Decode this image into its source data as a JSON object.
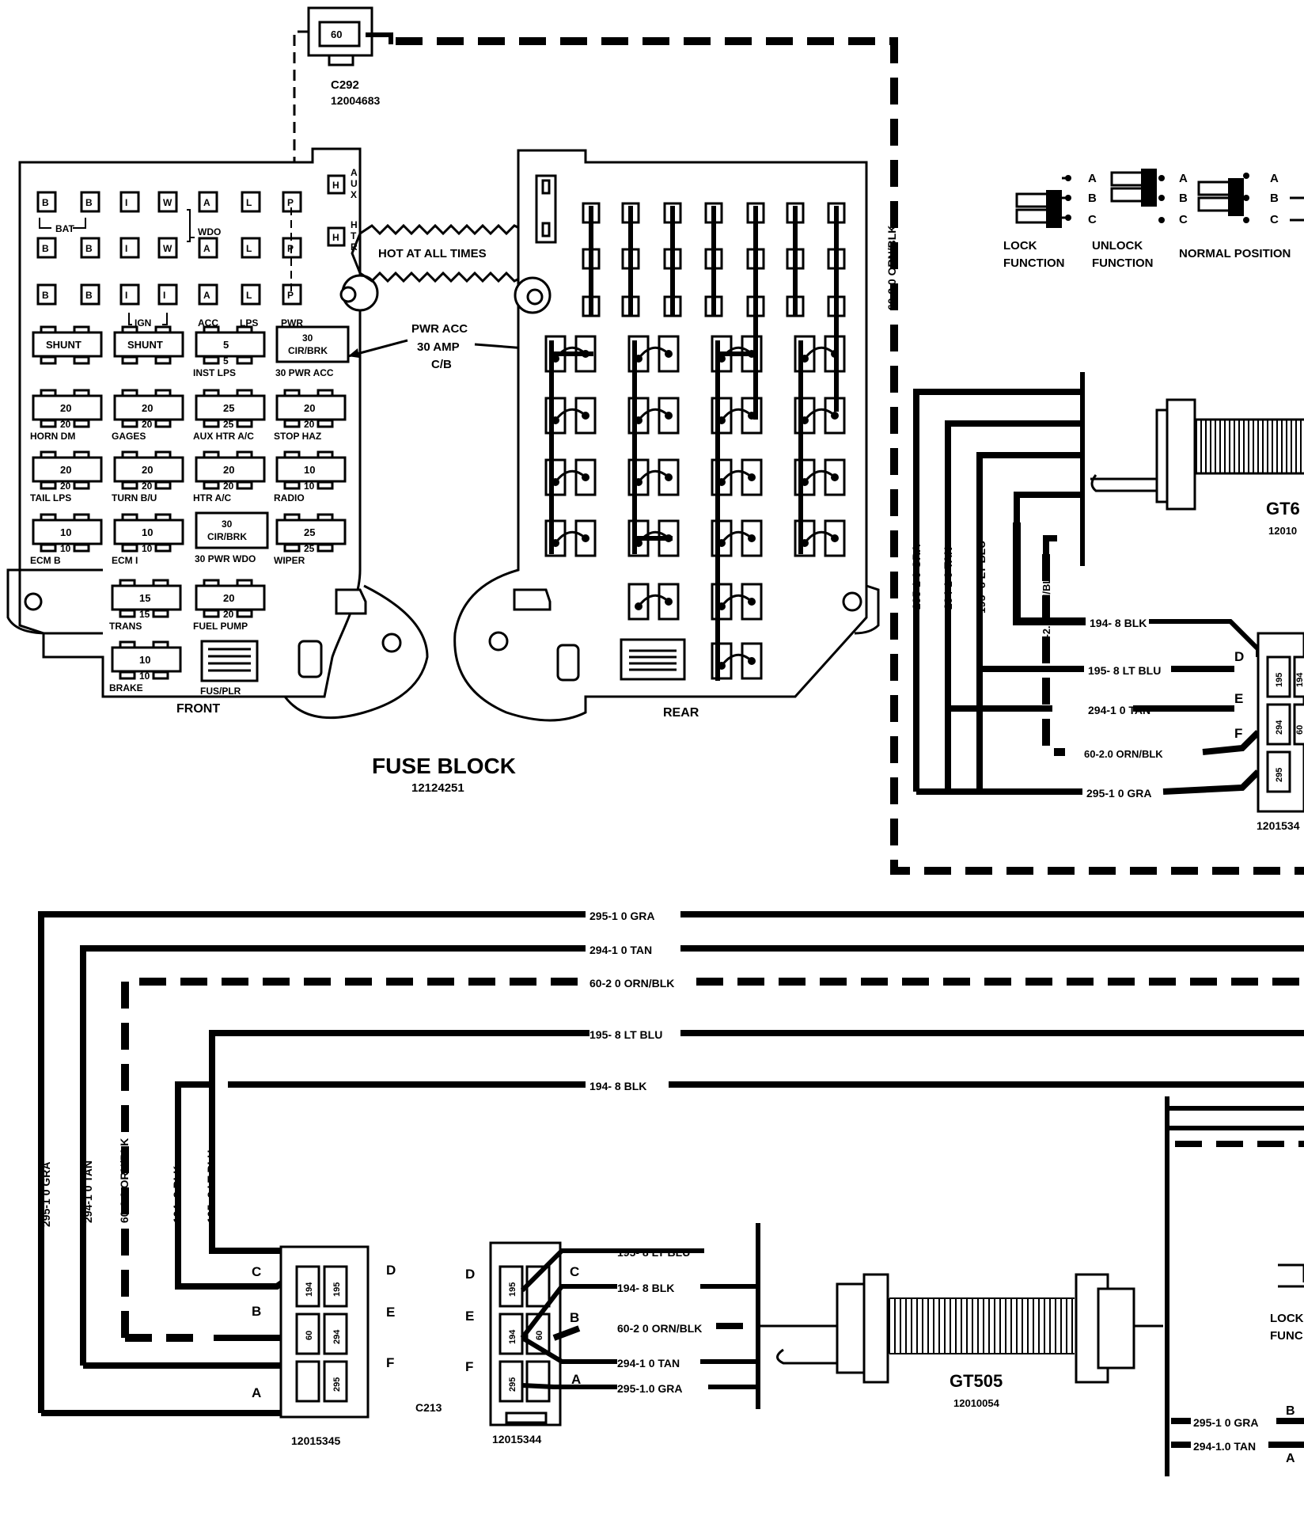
{
  "fuse_block": {
    "title": "FUSE BLOCK",
    "part": "12124251",
    "front_label": "FRONT",
    "rear_label": "REAR",
    "hot_label": "HOT AT ALL TIMES",
    "pwr_acc_callout": [
      "PWR ACC",
      "30 AMP",
      "C/B"
    ],
    "top_terminals_row1": [
      "B",
      "B",
      "I",
      "W",
      "A",
      "L",
      "P"
    ],
    "top_terminals_row2": [
      "B",
      "B",
      "I",
      "W",
      "A",
      "L",
      "P"
    ],
    "top_terminals_row3": [
      "B",
      "B",
      "I",
      "I",
      "A",
      "L",
      "P"
    ],
    "group_labels": [
      "BAT",
      "WDO",
      "IGN",
      "ACC",
      "LPS",
      "PWR"
    ],
    "aux": [
      "H",
      "A",
      "U",
      "X"
    ],
    "htr": [
      "H",
      "H",
      "T",
      "R"
    ],
    "fuses": [
      {
        "top": "SHUNT",
        "bottom": ""
      },
      {
        "top": "SHUNT",
        "bottom": ""
      },
      {
        "top": "5",
        "bottom": "5",
        "label": "INST LPS"
      },
      {
        "top": "30",
        "top2": "CIR/BRK",
        "label": "30 PWR ACC"
      },
      {
        "top": "20",
        "bottom": "20",
        "label": "HORN DM"
      },
      {
        "top": "20",
        "bottom": "20",
        "label": "GAGES"
      },
      {
        "top": "25",
        "bottom": "25",
        "label": "AUX HTR A/C"
      },
      {
        "top": "20",
        "bottom": "20",
        "label": "STOP HAZ"
      },
      {
        "top": "20",
        "bottom": "20",
        "label": "TAIL LPS"
      },
      {
        "top": "20",
        "bottom": "20",
        "label": "TURN B/U"
      },
      {
        "top": "20",
        "bottom": "20",
        "label": "HTR A/C"
      },
      {
        "top": "10",
        "bottom": "10",
        "label": "RADIO"
      },
      {
        "top": "10",
        "bottom": "10",
        "label": "ECM B"
      },
      {
        "top": "10",
        "bottom": "10",
        "label": "ECM I"
      },
      {
        "top": "30",
        "top2": "CIR/BRK",
        "label": "30 PWR WDO"
      },
      {
        "top": "25",
        "bottom": "25",
        "label": "WIPER"
      },
      {
        "top": "15",
        "bottom": "15",
        "label": "TRANS"
      },
      {
        "top": "20",
        "bottom": "20",
        "label": "FUEL PUMP"
      },
      {
        "top": "10",
        "bottom": "10",
        "label": "BRAKE"
      },
      {
        "top": "",
        "label": "FUS/PLR"
      }
    ]
  },
  "c292": {
    "pin": "60",
    "label": "C292",
    "part": "12004683"
  },
  "switch_legend": {
    "letters": [
      "A",
      "B",
      "C"
    ],
    "lock": [
      "LOCK",
      "FUNCTION"
    ],
    "unlock": [
      "UNLOCK",
      "FUNCTION"
    ],
    "normal": "NORMAL POSITION"
  },
  "wires": {
    "w295": "295-1 0 GRA",
    "w294": "294-1 0 TAN",
    "w60": "60-2 0 ORN/BLK",
    "w195": "195- 8 LT BLU",
    "w194": "194- 8 BLK",
    "v295": "295-1 0 GRA",
    "v294": "294-1 0 TAN",
    "v60": "60-2 0 ORN/BLK",
    "v194": "194- 8 BLK",
    "v195": "195- 8 LT BLU",
    "r60v": "60-2.0 ORN/BLK",
    "r295v": "295-1 0 GRA",
    "r294v": "294-1 0 TAN",
    "r195v": "195- 8 LT BLU",
    "r194v": "194- 8 BLK",
    "r60v2": "60-2.0 ORN/BLK",
    "r194h": "194- 8 BLK",
    "r195h": "195- 8 LT BLU",
    "r294h": "294-1 0 TAN",
    "r60h": "60-2.0 ORN/BLK",
    "r295h": "295-1 0 GRA",
    "c2_195": "195- 8 LT BLU",
    "c2_194": "194- 8 BLK",
    "c2_60": "60-2 0 ORN/BLK",
    "c2_294": "294-1 0 TAN",
    "c2_295": "295-1.0 GRA",
    "br295": "295-1 0 GRA",
    "br294": "294-1.0 TAN"
  },
  "connectors": {
    "c1_part": "12015345",
    "c2_part": "12015344",
    "c213": "C213",
    "c1_pins": [
      "194",
      "195",
      "60",
      "294",
      "",
      "295"
    ],
    "c2_pins": [
      "195",
      "",
      "194",
      "60",
      "295",
      ""
    ],
    "letters_left": [
      "C",
      "B",
      "A"
    ],
    "letters_right": [
      "D",
      "E",
      "F"
    ],
    "c2_left": [
      "D",
      "E",
      "F"
    ],
    "c2_right": [
      "C",
      "B",
      "A"
    ],
    "right_pins": [
      "195",
      "194",
      "294",
      "60",
      "295"
    ],
    "right_part": "1201534",
    "right_letters": [
      "D",
      "E",
      "F"
    ],
    "br_letters": [
      "B",
      "A"
    ]
  },
  "gt505": {
    "label": "GT505",
    "part": "12010054"
  },
  "gt_top": {
    "label": "GT6",
    "part": "12010"
  },
  "lock_trunc": [
    "LOCK",
    "FUNC"
  ]
}
